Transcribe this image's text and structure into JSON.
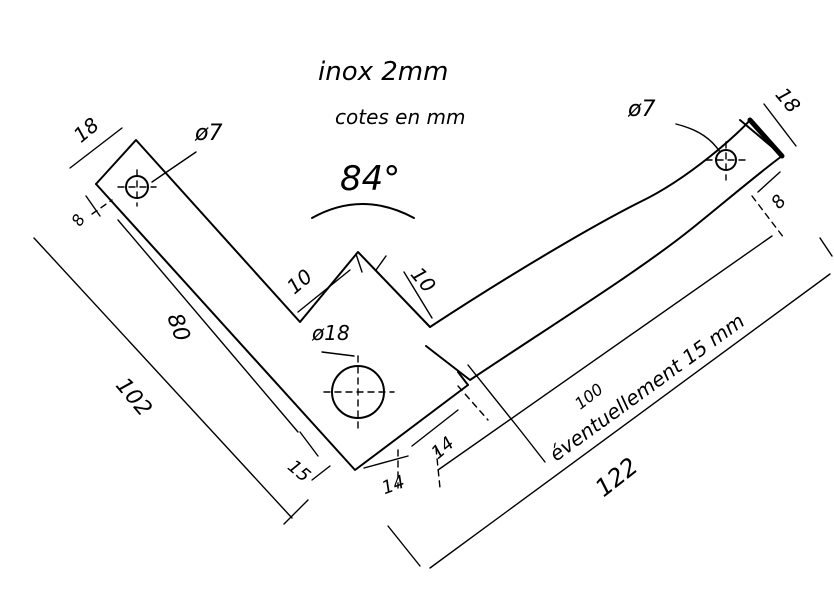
{
  "title": {
    "material": "inox 2mm",
    "units_note": "cotes en mm"
  },
  "angle": {
    "label": "84°"
  },
  "dimensions": {
    "left_arm_width": "18",
    "left_hole_dia": "ø7",
    "left_hole_offset": "8",
    "left_inner_length": "80",
    "left_outer_length": "102",
    "notch_left": "10",
    "notch_right": "10",
    "center_hole_dia": "ø18",
    "center_offset_left": "15",
    "center_bottom_14": "14",
    "center_right_14": "14",
    "right_hole_dia": "ø7",
    "right_end_width": "18",
    "right_hole_offset": "8",
    "right_inner_length": "100",
    "right_outer_length": "122",
    "bend_note": "éventuellement 15 mm"
  }
}
